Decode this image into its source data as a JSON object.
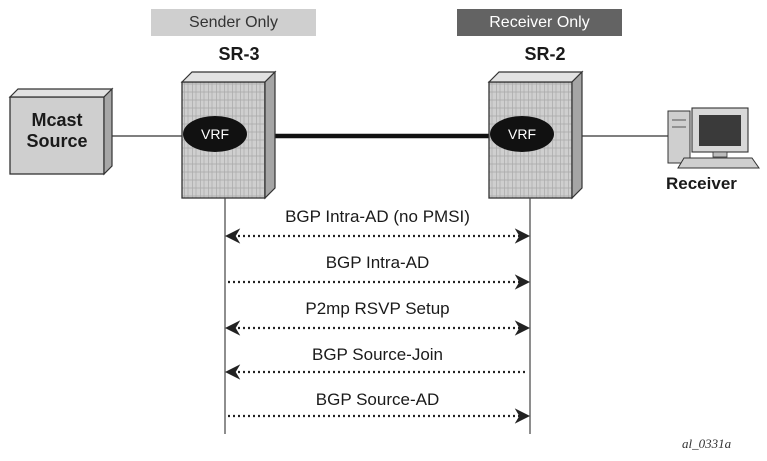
{
  "banners": {
    "sender": "Sender Only",
    "receiver": "Receiver Only"
  },
  "routers": {
    "left": "SR-3",
    "right": "SR-2"
  },
  "vrf": {
    "left": "VRF",
    "right": "VRF"
  },
  "source": {
    "line1": "Mcast",
    "line2": "Source"
  },
  "receiver": {
    "label": "Receiver"
  },
  "messages": [
    {
      "label": "BGP Intra-AD (no PMSI)",
      "direction": "both"
    },
    {
      "label": "BGP Intra-AD",
      "direction": "right"
    },
    {
      "label": "P2mp RSVP Setup",
      "direction": "both"
    },
    {
      "label": "BGP Source-Join",
      "direction": "left"
    },
    {
      "label": "BGP Source-AD",
      "direction": "right"
    }
  ],
  "figure_id": "al_0331a"
}
